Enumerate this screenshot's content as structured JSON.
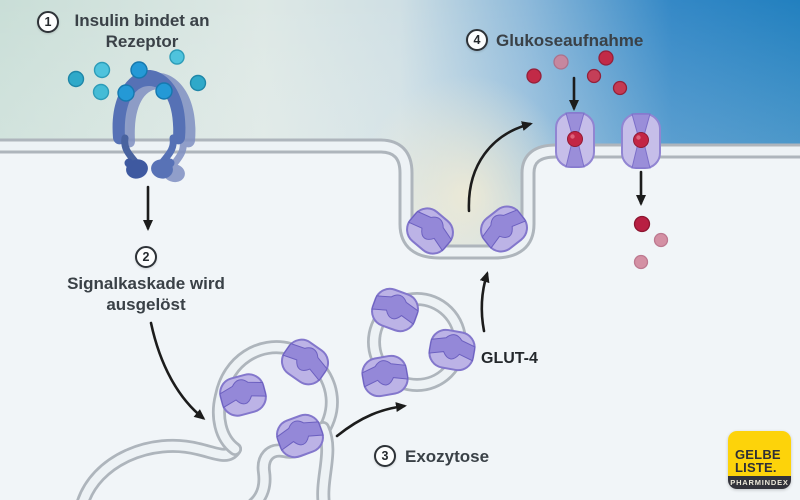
{
  "steps": [
    {
      "number": "1",
      "line1": "Insulin bindet an",
      "line2": "Rezeptor"
    },
    {
      "number": "2",
      "line1": "Signalkaskade wird",
      "line2": "ausgelöst"
    },
    {
      "number": "3",
      "line1": "Exozytose"
    },
    {
      "number": "4",
      "line1": "Glukoseaufnahme"
    }
  ],
  "labels": {
    "transporter": "GLUT-4"
  },
  "logo": {
    "brand_line1": "GELBE",
    "brand_line2": "LISTE.",
    "subbrand": "PHARMINDEX"
  },
  "icons": {
    "receptor": "insulin-receptor",
    "insulin": "insulin-molecule-dots",
    "glucose": "glucose-molecule-dots",
    "vesicle": "glut4-vesicle",
    "membrane": "cell-membrane",
    "arrows": "process-arrows"
  },
  "colors": {
    "exterior_mint": "#cbdfd8",
    "exterior_blue": "#2b84c4",
    "interior": "#f1f5f8",
    "membrane_gray": "#aeb5bc",
    "membrane_core": "#edf2f5",
    "glut_body": "#bcb3e6",
    "glut_band": "#9488d8",
    "receptor_blue": "#5671b5",
    "insulin_blue": "#29a0d8",
    "glucose_red": "#c22a47",
    "text": "#3a4147",
    "logo_yellow": "#fdd30a",
    "logo_dark": "#32333b"
  }
}
